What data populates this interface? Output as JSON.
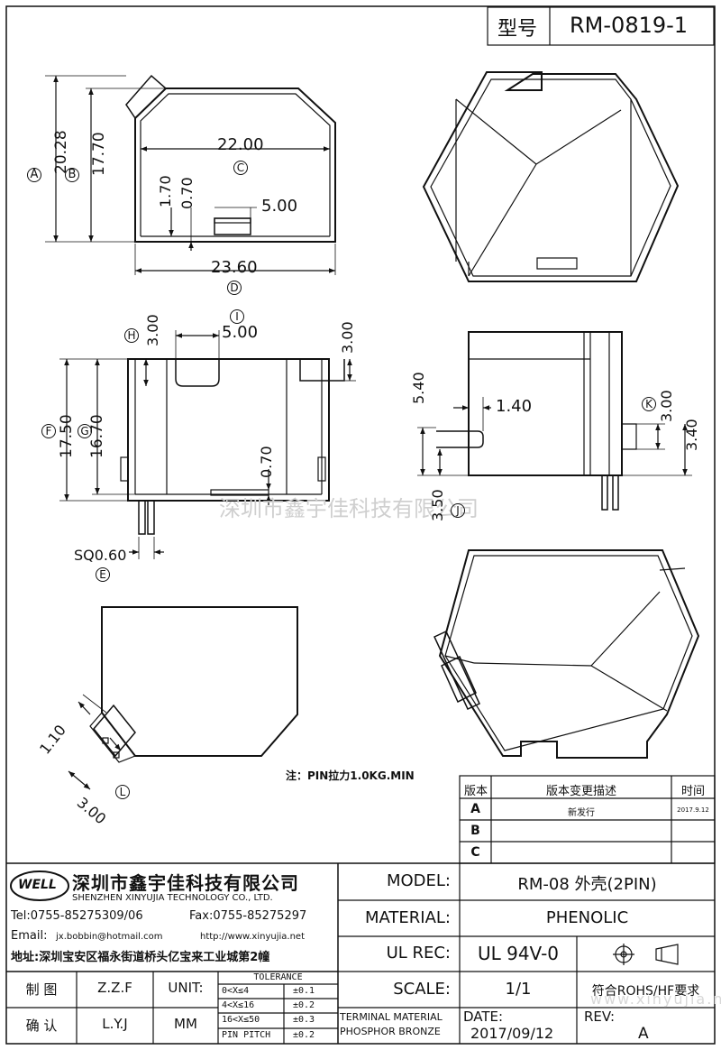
{
  "header": {
    "type_label": "型号",
    "part_number": "RM-0819-1"
  },
  "dims": {
    "A": "A",
    "B": "B",
    "C": "C",
    "D": "D",
    "E": "E",
    "F": "F",
    "G": "G",
    "H": "H",
    "I": "I",
    "J": "J",
    "K": "K",
    "L": "L",
    "d_20_28": "20.28",
    "d_17_70": "17.70",
    "d_22_00": "22.00",
    "d_1_70": "1.70",
    "d_0_70a": "0.70",
    "d_5_00a": "5.00",
    "d_23_60": "23.60",
    "d_3_00a": "3.00",
    "d_5_00b": "5.00",
    "d_3_00b": "3.00",
    "d_17_50": "17.50",
    "d_16_70": "16.70",
    "d_0_70b": "0.70",
    "d_sq": "SQ0.60",
    "d_5_40": "5.40",
    "d_1_40": "1.40",
    "d_3_00c": "3.00",
    "d_3_40": "3.40",
    "d_3_50": "3.50",
    "d_1_10": "1.10",
    "d_3_00d": "3.00"
  },
  "watermark": "深圳市鑫宇佳科技有限公司",
  "note": "注：PIN拉力1.0KG.MIN",
  "revision_table": {
    "headers": [
      "版本",
      "版本变更描述",
      "时间"
    ],
    "rows": [
      {
        "ver": "A",
        "desc": "新发行",
        "date": "2017.9.12"
      },
      {
        "ver": "B",
        "desc": "",
        "date": ""
      },
      {
        "ver": "C",
        "desc": "",
        "date": ""
      }
    ]
  },
  "company": {
    "logo": "WELL",
    "name_cn": "深圳市鑫宇佳科技有限公司",
    "name_en": "SHENZHEN XINYUJIA TECHNOLOGY CO., LTD.",
    "tel": "Tel:0755-85275309/06",
    "fax": "Fax:0755-85275297",
    "email_label": "Email:",
    "email": "jx.bobbin@hotmail.com",
    "web": "http://www.xinyujia.net",
    "address": "地址:深圳宝安区福永街道桥头亿宝来工业城第2幢"
  },
  "titleblock": {
    "drawn_label": "制 图",
    "drawn_by": "Z.Z.F",
    "checked_label": "确 认",
    "checked_by": "L.Y.J",
    "unit_label": "UNIT:",
    "unit": "MM",
    "tolerance_title": "TOLERANCE",
    "tolerances": [
      {
        "range": "0<X≤4",
        "tol": "±0.1"
      },
      {
        "range": "4<X≤16",
        "tol": "±0.2"
      },
      {
        "range": "16<X≤50",
        "tol": "±0.3"
      },
      {
        "range": "PIN PITCH",
        "tol": "±0.2"
      }
    ],
    "model_label": "MODEL:",
    "model": "RM-08 外壳(2PIN)",
    "material_label": "MATERIAL:",
    "material": "PHENOLIC",
    "ul_label": "UL REC:",
    "ul": "UL 94V-0",
    "scale_label": "SCALE:",
    "scale": "1/1",
    "rohs": "符合ROHS/HF要求",
    "terminal_label": "TERMINAL MATERIAL",
    "terminal_value": "PHOSPHOR BRONZE",
    "date_label": "DATE:",
    "date": "2017/09/12",
    "rev_label": "REV:",
    "rev": "A",
    "watermark_url": "www.xinyujia.net"
  }
}
